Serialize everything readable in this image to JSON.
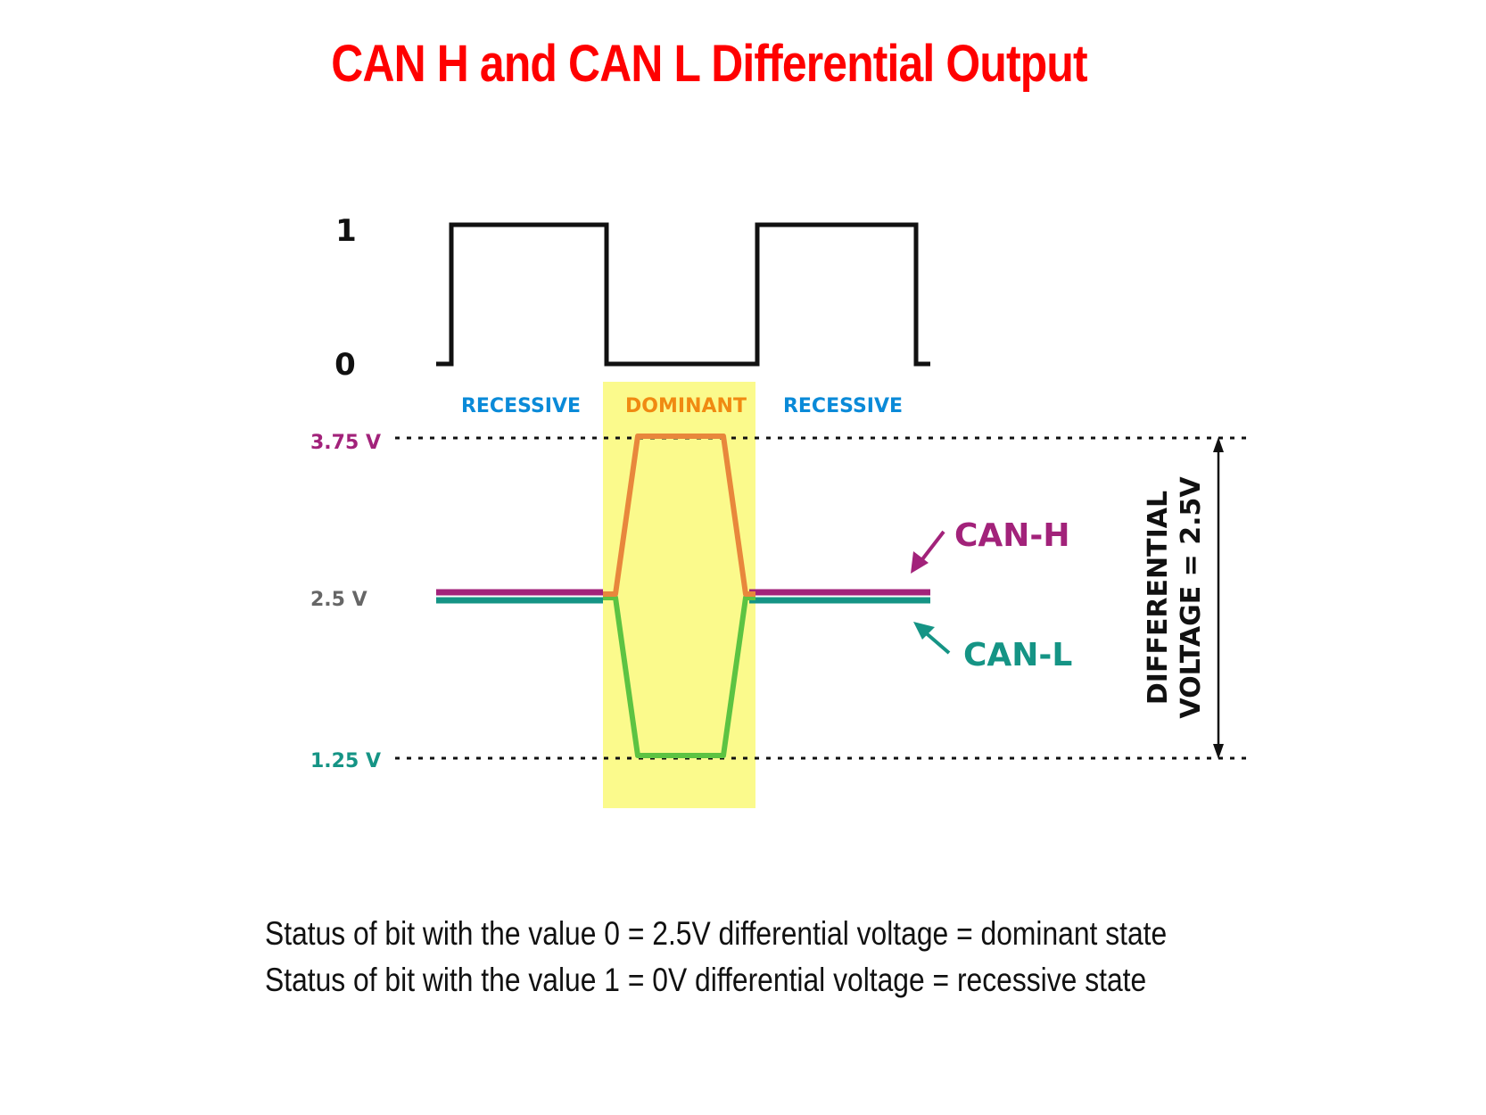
{
  "title": "CAN H and CAN L Differential Output",
  "logic_axis": {
    "high_label": "1",
    "low_label": "0"
  },
  "state_labels": {
    "left": "RECESSIVE",
    "middle": "DOMINANT",
    "right": "RECESSIVE"
  },
  "voltage_labels": {
    "high": "3.75 V",
    "mid": "2.5 V",
    "low": "1.25 V"
  },
  "signal_labels": {
    "can_h": "CAN-H",
    "can_l": "CAN-L"
  },
  "differential_label": {
    "line1": "DIFFERENTIAL",
    "line2": "VOLTAGE = 2.5V"
  },
  "captions": {
    "line1": "Status of bit with the value 0 = 2.5V differential voltage = dominant state",
    "line2": "Status of bit with the value 1 = 0V differential voltage = recessive state"
  },
  "colors": {
    "title": "#ff0000",
    "recessive": "#0a8ad8",
    "dominant": "#f08a12",
    "can_h": "#a2227a",
    "can_l": "#159485",
    "dominant_highlight": "#fbfa8c",
    "can_h_dominant": "#e8873c",
    "can_l_dominant": "#5cc342",
    "logic_signal": "#111111",
    "mid_voltage_label": "#666666"
  }
}
